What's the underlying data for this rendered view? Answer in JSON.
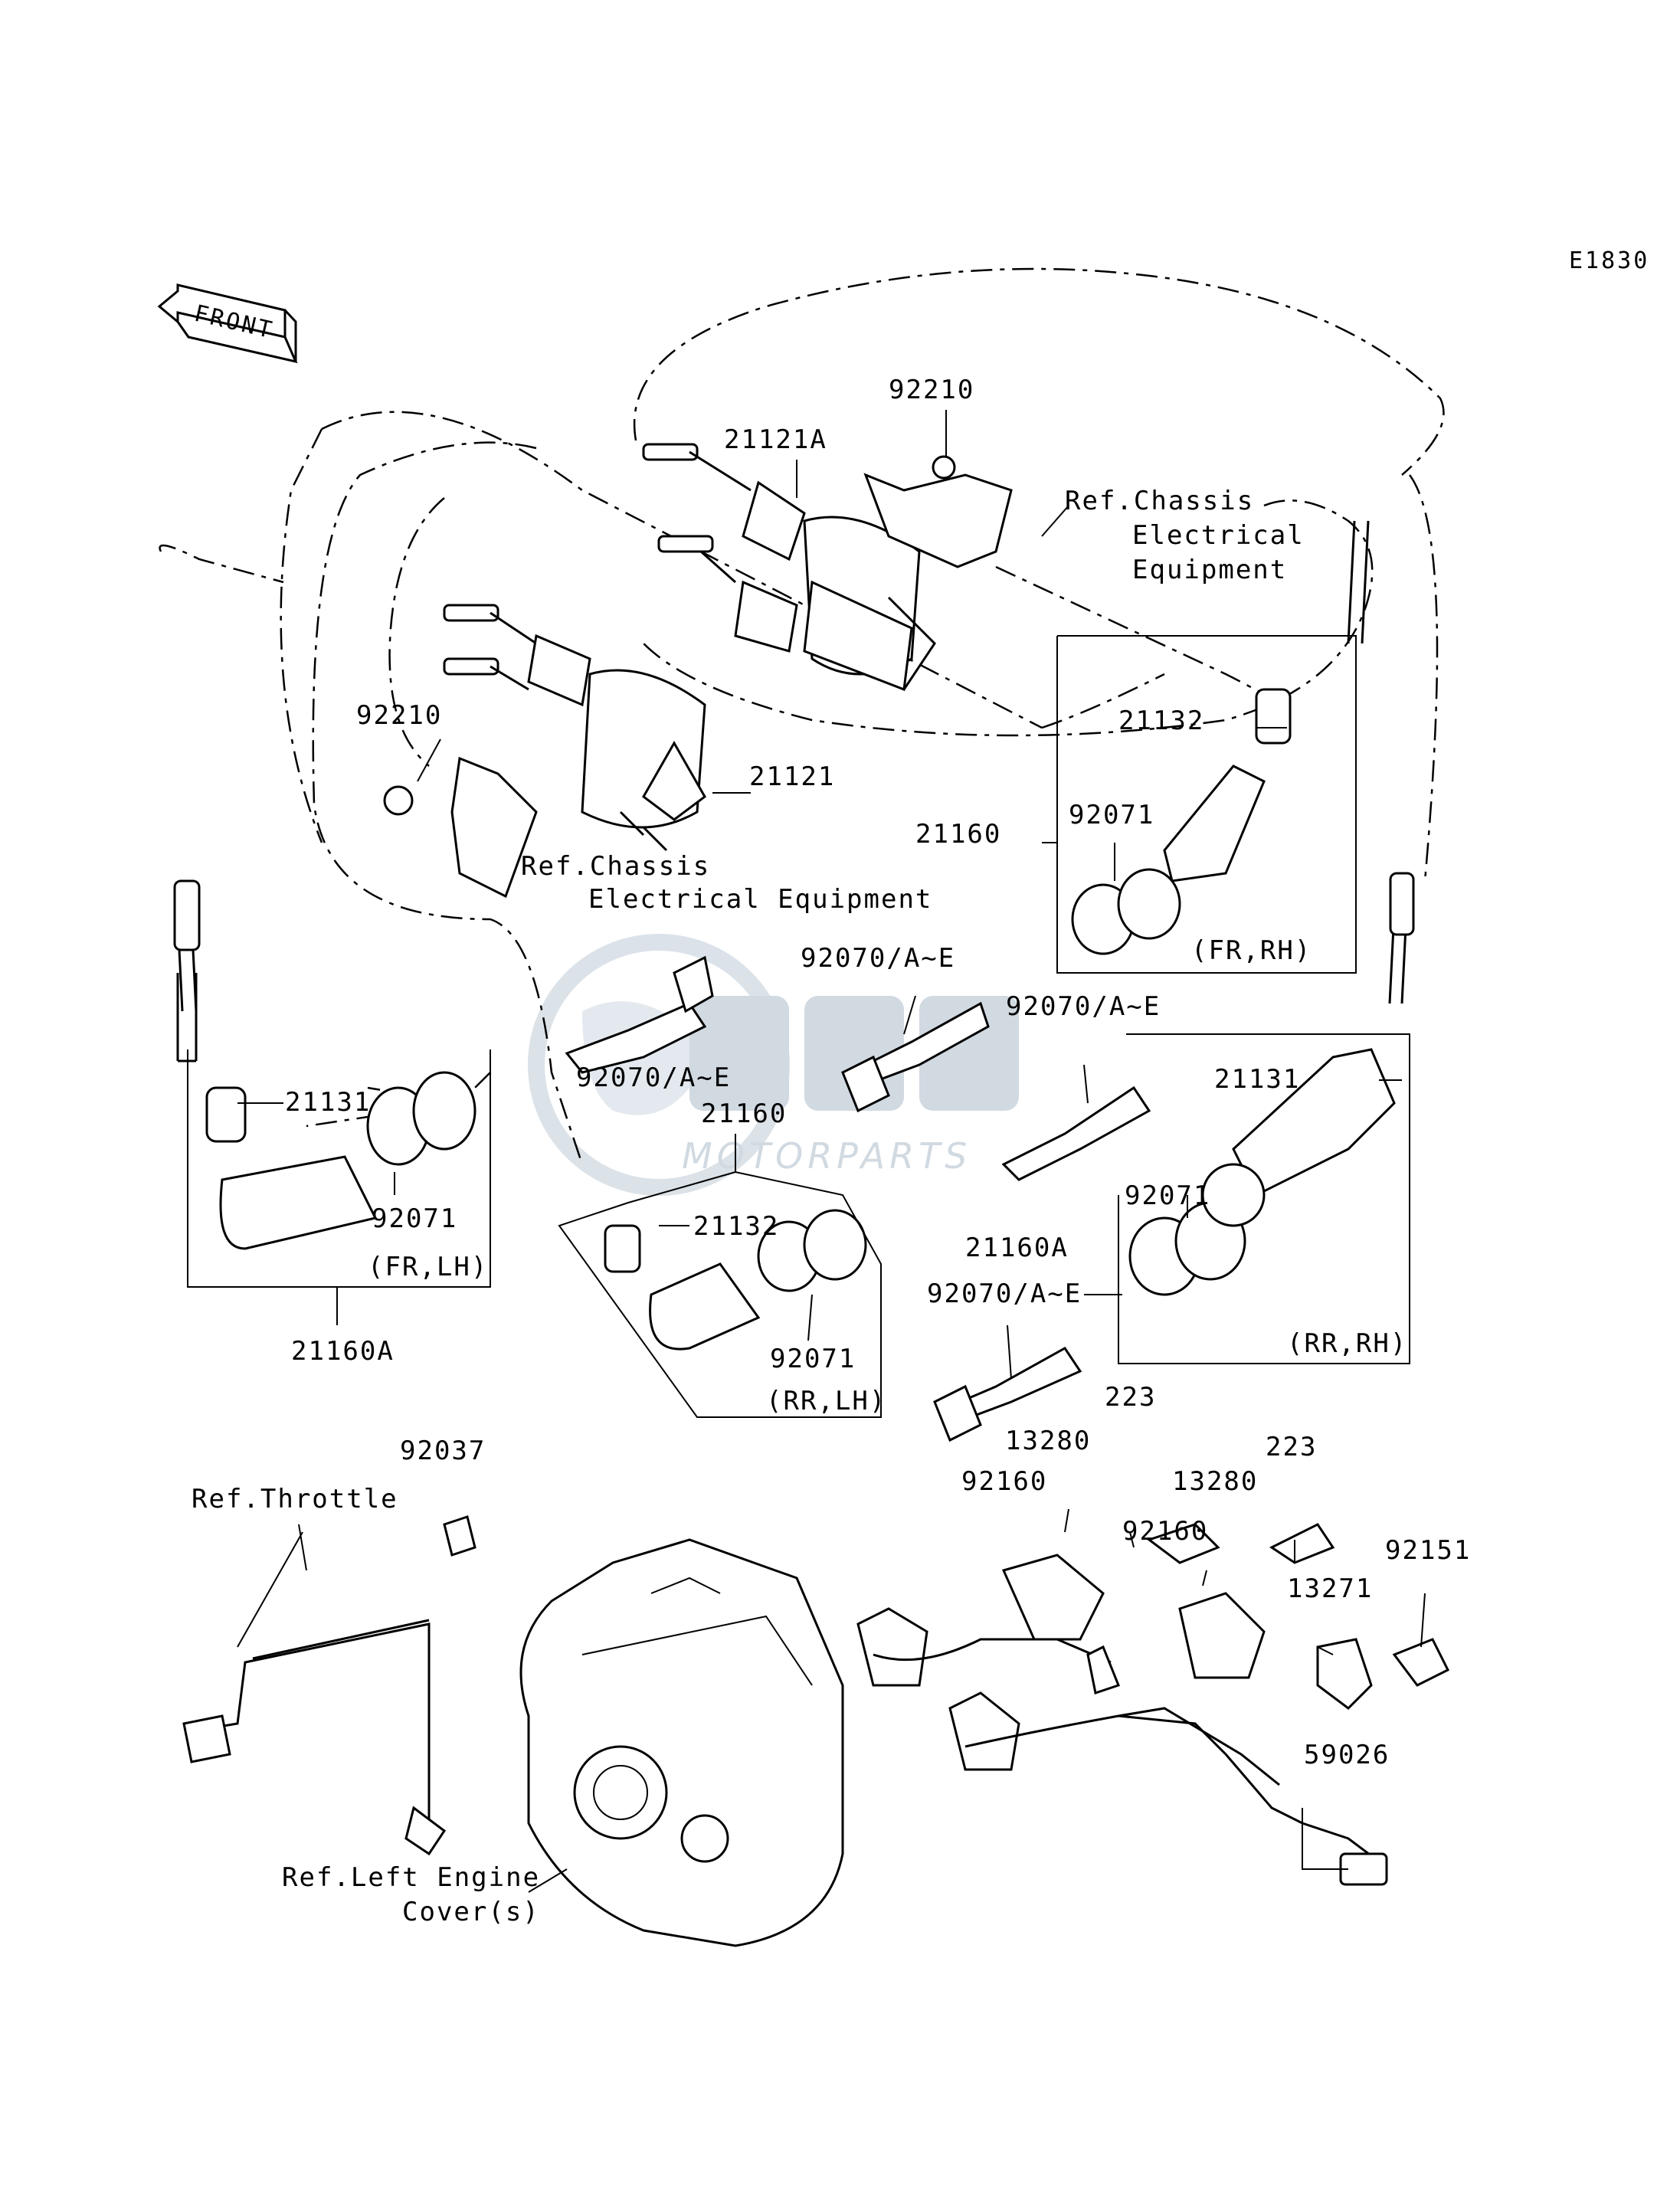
{
  "diagram_code": "E1830",
  "front_label": "FRONT",
  "watermark": {
    "logo": "msm",
    "sub": "MOTORPARTS"
  },
  "labels": {
    "p92210_top": "92210",
    "p21121A": "21121A",
    "ref_chassis_top_1": "Ref.Chassis",
    "ref_chassis_top_2": "Electrical",
    "ref_chassis_top_3": "Equipment",
    "p92210_left": "92210",
    "p21121": "21121",
    "ref_chassis_mid_1": "Ref.Chassis",
    "ref_chassis_mid_2": "Electrical Equipment",
    "p21132_rh": "21132",
    "p21160_rh": "21160",
    "p92071_frrh": "92071",
    "fr_rh": "(FR,RH)",
    "p92070_a": "92070/A~E",
    "p92070_b": "92070/A~E",
    "p92070_c": "92070/A~E",
    "p92070_d": "92070/A~E",
    "p21160_lh": "21160",
    "p21131_lh": "21131",
    "p92071_frlh": "92071",
    "fr_lh": "(FR,LH)",
    "p21160A_lh": "21160A",
    "p21132_lh": "21132",
    "p92071_rrlh": "92071",
    "rr_lh": "(RR,LH)",
    "p21131_rh": "21131",
    "p92071_rrrh": "92071",
    "p21160A_rh": "21160A",
    "rr_rh": "(RR,RH)",
    "p223_a": "223",
    "p223_b": "223",
    "p13280_a": "13280",
    "p13280_b": "13280",
    "p92160_a": "92160",
    "p92160_b": "92160",
    "p92151": "92151",
    "p13271": "13271",
    "p92037": "92037",
    "ref_throttle": "Ref.Throttle",
    "p59026": "59026",
    "ref_left_engine_1": "Ref.Left Engine",
    "ref_left_engine_2": "Cover(s)"
  }
}
